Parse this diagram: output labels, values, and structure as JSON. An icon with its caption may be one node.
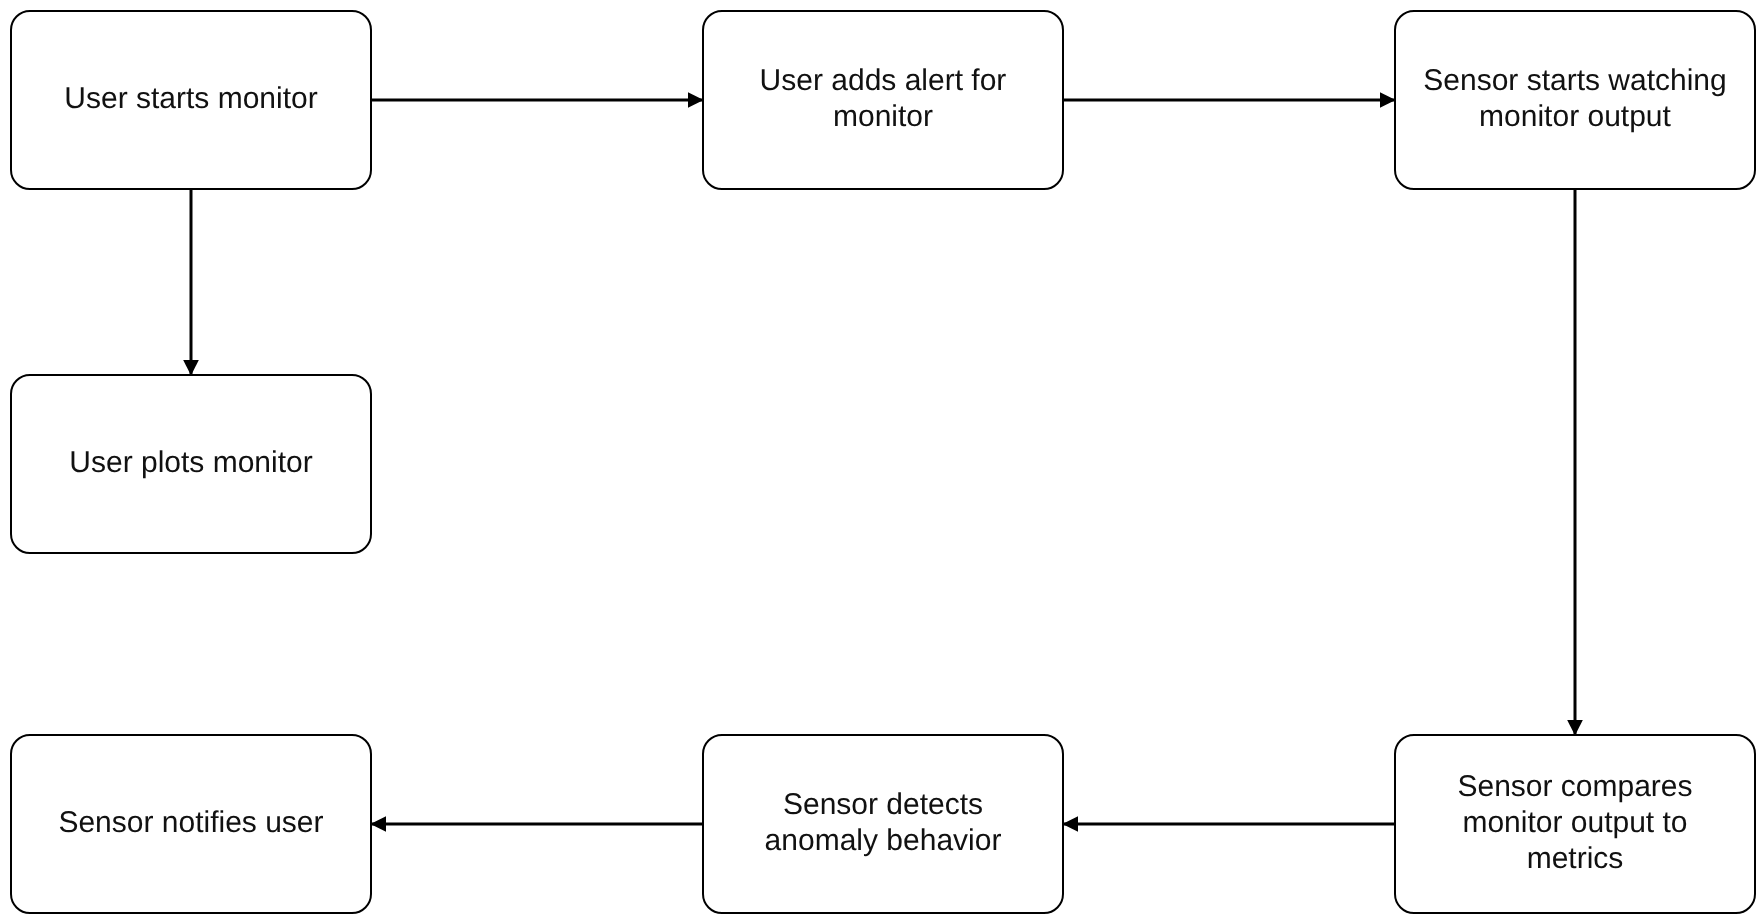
{
  "diagram": {
    "nodes": [
      {
        "text": [
          "User starts monitor"
        ]
      },
      {
        "text": [
          "User adds alert for monitor"
        ]
      },
      {
        "text": [
          "Sensor starts watching monitor output"
        ]
      },
      {
        "text": [
          "User plots monitor"
        ]
      },
      {
        "text": [
          "Sensor notifies user"
        ]
      },
      {
        "text": [
          "Sensor detects anomaly behavior"
        ]
      },
      {
        "text": [
          "Sensor compares monitor output to metrics"
        ]
      }
    ],
    "edges": [
      {
        "from": 0,
        "to": 1,
        "arrow": "to"
      },
      {
        "from": 1,
        "to": 2,
        "arrow": "to"
      },
      {
        "from": 0,
        "to": 3,
        "arrow": "to"
      },
      {
        "from": 2,
        "to": 6,
        "arrow": "to"
      },
      {
        "from": 6,
        "to": 5,
        "arrow": "to"
      },
      {
        "from": 5,
        "to": 4,
        "arrow": "to"
      }
    ]
  }
}
